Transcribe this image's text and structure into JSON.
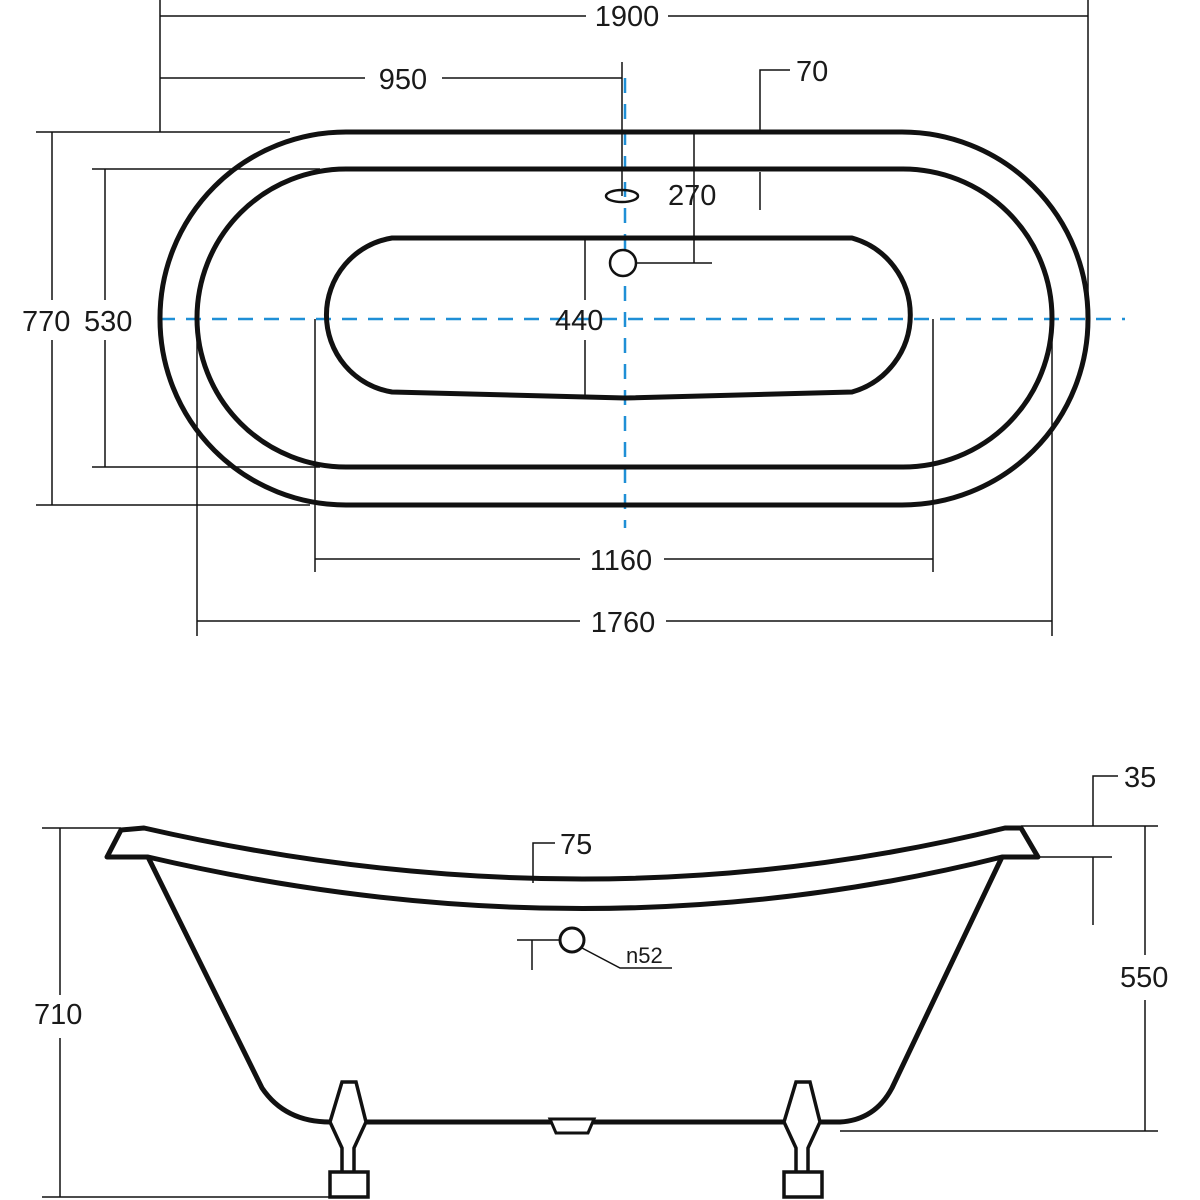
{
  "colors": {
    "outline": "#111111",
    "dimension_line": "#111111",
    "center_axis": "#1f8fd6"
  },
  "top_view": {
    "dims": {
      "overall_length": "1900",
      "half_length": "950",
      "rim_width": "70",
      "drain_offset": "270",
      "outer_width": "770",
      "inner_rim_width": "530",
      "basin_width": "440",
      "basin_length": "1160",
      "inner_rim_length": "1760"
    }
  },
  "side_view": {
    "dims": {
      "rim_thickness": "35",
      "side_rim": "75",
      "overflow_diameter": "n52",
      "overall_height": "710",
      "inside_depth": "550"
    }
  }
}
